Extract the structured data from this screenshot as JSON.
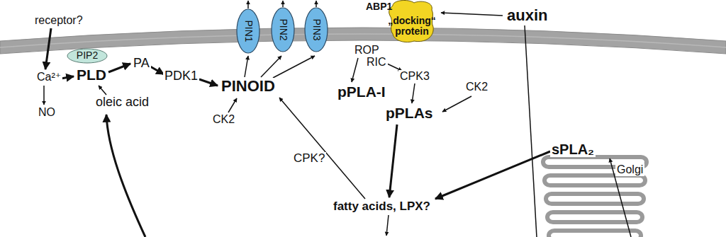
{
  "diagram": {
    "nodes": [
      {
        "text": [
          "PIP2"
        ]
      },
      {
        "text": [
          "PIN1"
        ]
      },
      {
        "text": [
          "PIN2"
        ]
      },
      {
        "text": [
          "PIN3"
        ]
      },
      {
        "text": [
          "ABP1",
          "„docking“ protein"
        ]
      },
      {
        "text": [
          "sPLA₂",
          "Golgi"
        ]
      }
    ],
    "labels": [
      "receptor?",
      "Ca²⁺",
      "PLD",
      "PA",
      "PDK1",
      "PINOID",
      "oleic acid",
      "NO",
      "CK2",
      "ROP",
      "RIC",
      "CPK3",
      "pPLA-I",
      "pPLAs",
      "CK2",
      "auxin",
      "CPK?",
      "fatty acids, LPX?"
    ]
  }
}
